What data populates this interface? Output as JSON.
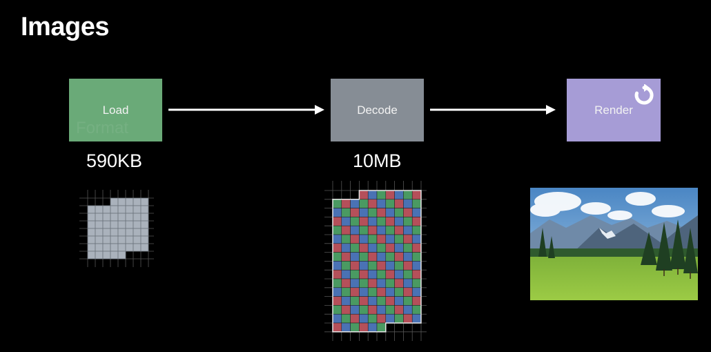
{
  "slide": {
    "title": "Images"
  },
  "stages": {
    "load": {
      "label": "Load",
      "size": "590KB",
      "color": "#6aaa78"
    },
    "decode": {
      "label": "Decode",
      "size": "10MB",
      "color": "#868d95"
    },
    "render": {
      "label": "Render",
      "color": "#a69cd6",
      "icon": "refresh-icon"
    }
  },
  "ghost_text": "Format",
  "colors": {
    "background": "#000000",
    "compressed_cell": "#aab2bc",
    "pixel_red": "#b5505a",
    "pixel_green": "#4a9a62",
    "pixel_blue": "#4a72b4"
  }
}
